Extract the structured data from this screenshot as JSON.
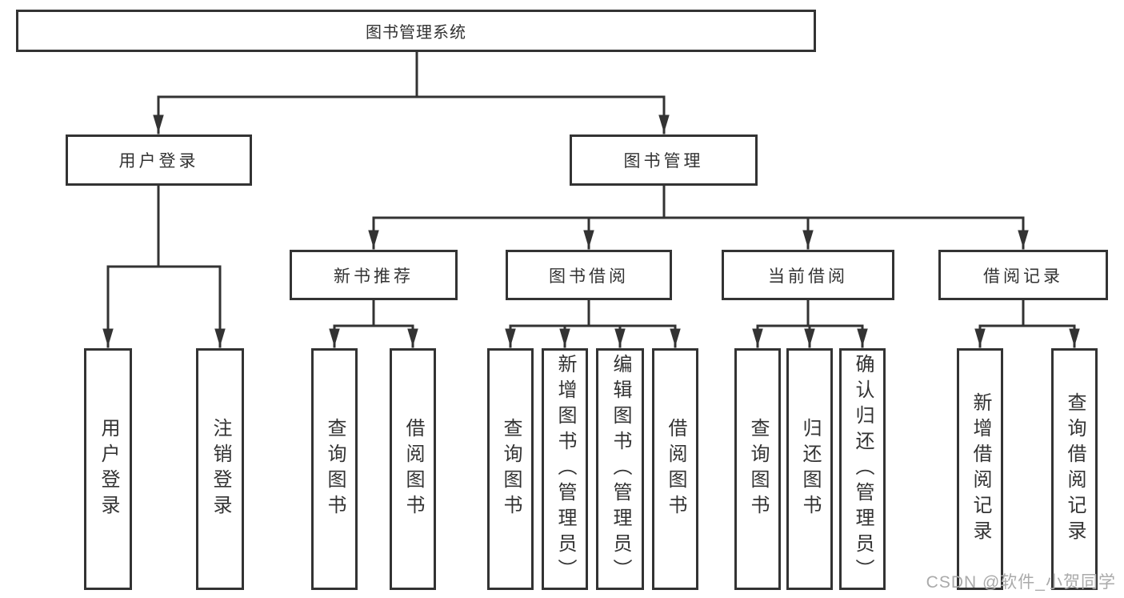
{
  "colors": {
    "stroke": "#333333",
    "watermark": "#aaaaaa"
  },
  "watermark": {
    "text": "CSDN @软件_小贺同学"
  },
  "tree": {
    "root": {
      "label": "图书管理系统",
      "children": [
        {
          "label": "用户登录",
          "children": [
            {
              "label": "用户登录"
            },
            {
              "label": "注销登录"
            }
          ]
        },
        {
          "label": "图书管理",
          "children": [
            {
              "label": "新书推荐",
              "children": [
                {
                  "label": "查询图书"
                },
                {
                  "label": "借阅图书"
                }
              ]
            },
            {
              "label": "图书借阅",
              "children": [
                {
                  "label": "查询图书"
                },
                {
                  "label": "新增图书（管理员）"
                },
                {
                  "label": "编辑图书（管理员）"
                },
                {
                  "label": "借阅图书"
                }
              ]
            },
            {
              "label": "当前借阅",
              "children": [
                {
                  "label": "查询图书"
                },
                {
                  "label": "归还图书"
                },
                {
                  "label": "确认归还（管理员）"
                }
              ]
            },
            {
              "label": "借阅记录",
              "children": [
                {
                  "label": "新增借阅记录"
                },
                {
                  "label": "查询借阅记录"
                }
              ]
            }
          ]
        }
      ]
    }
  }
}
